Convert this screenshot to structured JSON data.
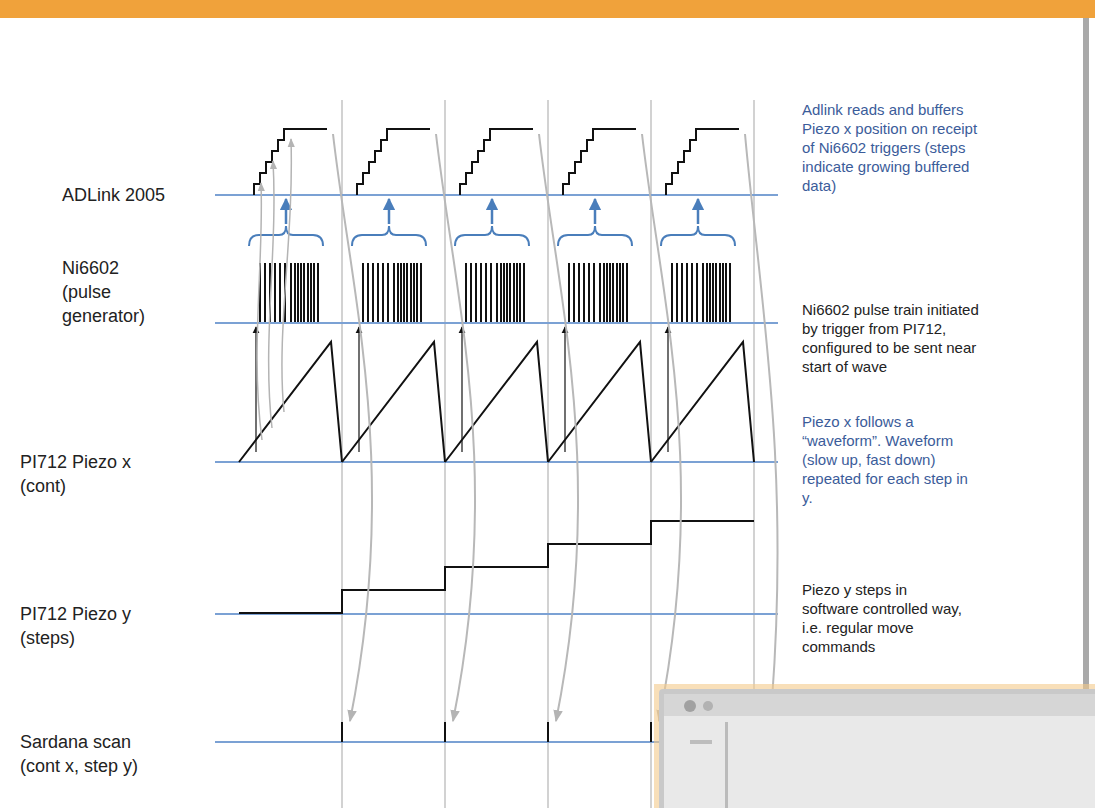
{
  "diagram": {
    "labels": [
      "ADLink 2005",
      "Ni6602 (pulse generator)",
      "PI712 Piezo x (cont)",
      "PI712 Piezo y (steps)",
      "Sardana scan (cont x, step y)",
      "Adlink reads and buffers Piezo x position on receipt of Ni6602 triggers (steps indicate growing buffered data)",
      "Ni6602 pulse train initiated by trigger from PI712, configured to be sent near start of wave",
      "Piezo x follows a “waveform”. Waveform (slow up, fast down) repeated for each step in y.",
      "Piezo y steps in software controlled way, i.e. regular move commands"
    ]
  }
}
